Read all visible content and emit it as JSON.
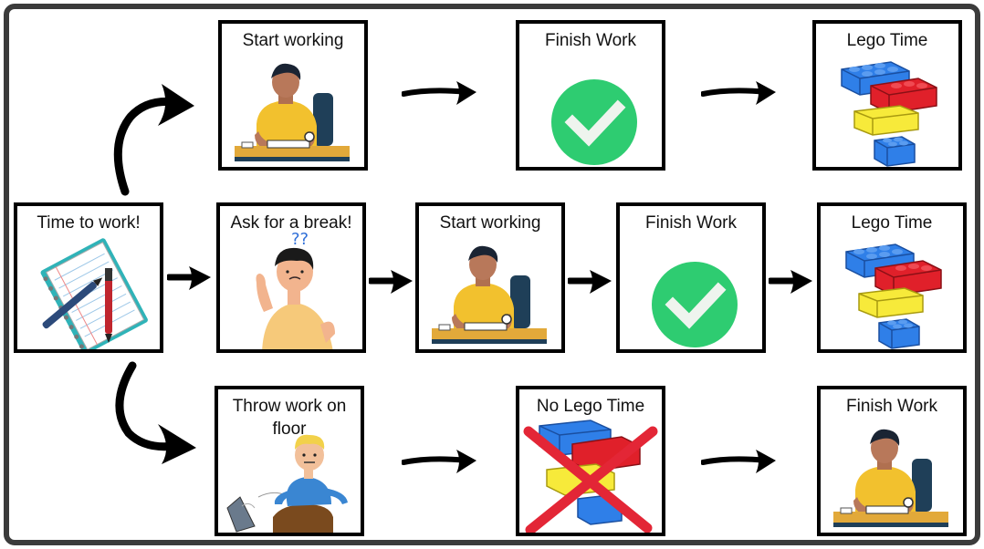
{
  "cards": {
    "top_start": "Start working",
    "top_finish": "Finish Work",
    "top_lego": "Lego Time",
    "mid_time": "Time to work!",
    "mid_break": "Ask for a break!",
    "mid_start": "Start working",
    "mid_finish": "Finish Work",
    "mid_lego": "Lego Time",
    "bot_throw": "Throw work on floor",
    "bot_nolego": "No Lego Time",
    "bot_finish": "Finish Work"
  },
  "question_marks": "??",
  "colors": {
    "check_green": "#2ecc71",
    "lego_blue": "#2f7fe8",
    "lego_red": "#e0202a",
    "lego_yellow": "#f7ea3a",
    "cross_red": "#e32636"
  }
}
